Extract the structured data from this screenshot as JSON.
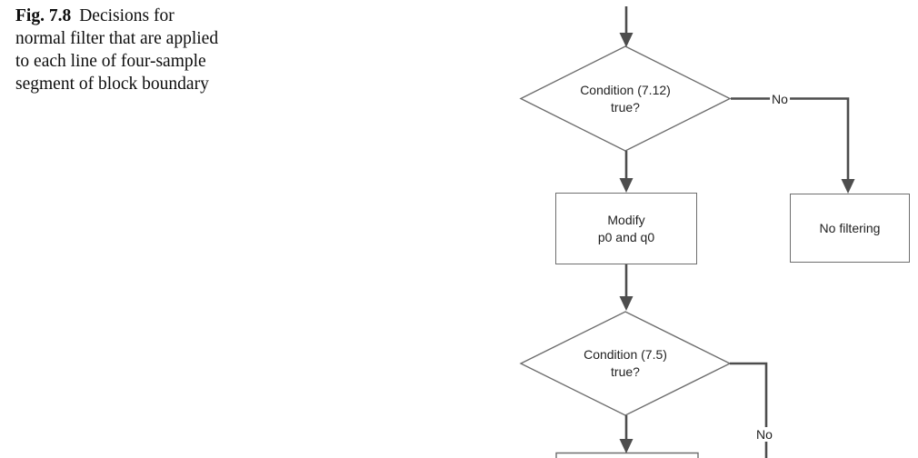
{
  "figure": {
    "label": "Fig. 7.8",
    "caption_lines": [
      "Decisions for",
      "normal filter that are applied",
      "to each line of four-sample",
      "segment of block boundary"
    ]
  },
  "flowchart": {
    "decision1": {
      "line1": "Condition (7.12)",
      "line2": "true?"
    },
    "no_label1": "No",
    "process1": {
      "line1": "Modify",
      "line2": "p0 and q0"
    },
    "result_no_filtering": "No filtering",
    "decision2": {
      "line1": "Condition (7.5)",
      "line2": "true?"
    },
    "no_label2": "No"
  },
  "colors": {
    "line": "#4d4d4d",
    "border": "#6e6e6e",
    "text": "#1f1f1f"
  }
}
